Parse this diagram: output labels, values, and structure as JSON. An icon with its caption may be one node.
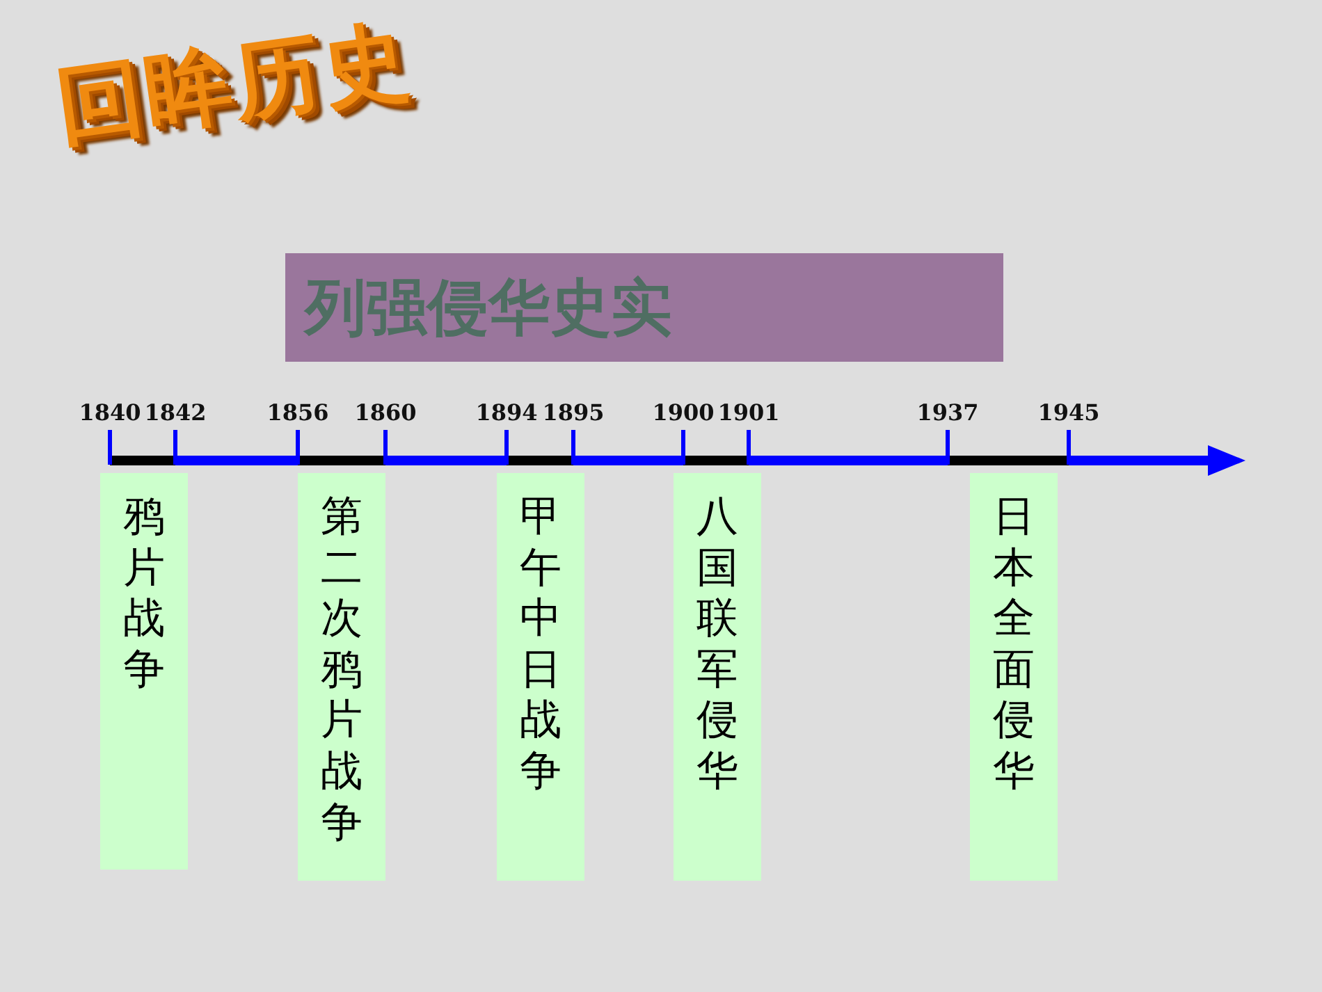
{
  "diagram": {
    "title": "回眸历史",
    "nodes": [
      {
        "text": [
          "列强侵华史实"
        ]
      },
      {
        "text": [
          "鸦片战争"
        ]
      },
      {
        "text": [
          "第二次鸦片战争"
        ]
      },
      {
        "text": [
          "甲午中日战争"
        ]
      },
      {
        "text": [
          "八国联军侵华"
        ]
      },
      {
        "text": [
          "日本全面侵华"
        ]
      }
    ],
    "labels": [
      "1840",
      "1842",
      "1856",
      "1860",
      "1894",
      "1895",
      "1900",
      "1901",
      "1937",
      "1945"
    ]
  }
}
